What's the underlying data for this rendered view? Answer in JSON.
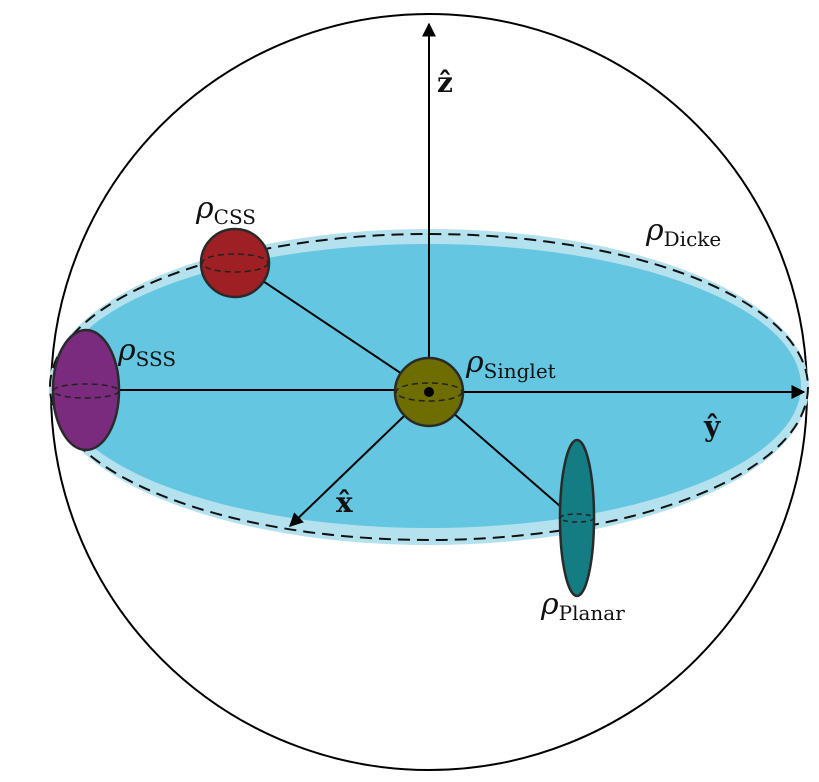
{
  "axes": {
    "z": "ẑ",
    "y": "ŷ",
    "x": "x̂"
  },
  "states": {
    "css": {
      "symbol": "ρ",
      "subscript": "CSS",
      "color": "#9e2024"
    },
    "sss": {
      "symbol": "ρ",
      "subscript": "SSS",
      "color": "#7a2b7e"
    },
    "singlet": {
      "symbol": "ρ",
      "subscript": "Singlet",
      "color": "#6e6d00"
    },
    "planar": {
      "symbol": "ρ",
      "subscript": "Planar",
      "color": "#137d83"
    },
    "dicke": {
      "symbol": "ρ",
      "subscript": "Dicke",
      "color": "#5fc3de"
    }
  },
  "colors": {
    "dicke_disk": "#64c6e0",
    "dicke_rim": "#b3e1ee",
    "lines": "#000000"
  }
}
